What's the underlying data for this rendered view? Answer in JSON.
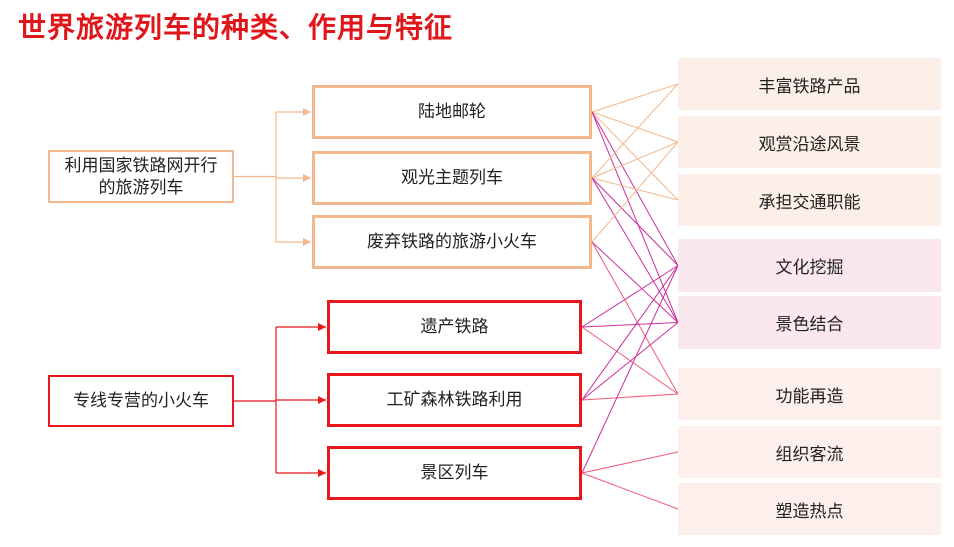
{
  "title": "世界旅游列车的种类、作用与特征",
  "categories": [
    {
      "id": "c1",
      "label_line1": "利用国家铁路网开行",
      "label_line2": "的旅游列车"
    },
    {
      "id": "c2",
      "label": "专线专营的小火车"
    }
  ],
  "types": [
    {
      "id": "t1",
      "label": "陆地邮轮"
    },
    {
      "id": "t2",
      "label": "观光主题列车"
    },
    {
      "id": "t3",
      "label": "废弃铁路的旅游小火车"
    },
    {
      "id": "t4",
      "label": "遗产铁路"
    },
    {
      "id": "t5",
      "label": "工矿森林铁路利用"
    },
    {
      "id": "t6",
      "label": "景区列车"
    }
  ],
  "functions": [
    {
      "id": "f1",
      "label": "丰富铁路产品"
    },
    {
      "id": "f2",
      "label": "观赏沿途风景"
    },
    {
      "id": "f3",
      "label": "承担交通职能"
    },
    {
      "id": "f4",
      "label": "文化挖掘"
    },
    {
      "id": "f5",
      "label": "景色结合"
    },
    {
      "id": "f6",
      "label": "功能再造"
    },
    {
      "id": "f7",
      "label": "组织客流"
    },
    {
      "id": "f8",
      "label": "塑造热点"
    }
  ],
  "colors": {
    "title": "#e0161b",
    "orange": "#f2b98e",
    "red": "#e8171c",
    "magenta": "#cc2f9c",
    "pink_line": "#ef5a78"
  },
  "links": [
    {
      "from": "t1",
      "to": "f1",
      "color": "orange"
    },
    {
      "from": "t1",
      "to": "f2",
      "color": "orange"
    },
    {
      "from": "t1",
      "to": "f3",
      "color": "orange"
    },
    {
      "from": "t1",
      "to": "f4",
      "color": "magenta"
    },
    {
      "from": "t1",
      "to": "f5",
      "color": "magenta"
    },
    {
      "from": "t2",
      "to": "f1",
      "color": "orange"
    },
    {
      "from": "t2",
      "to": "f2",
      "color": "orange"
    },
    {
      "from": "t2",
      "to": "f3",
      "color": "orange"
    },
    {
      "from": "t2",
      "to": "f4",
      "color": "magenta"
    },
    {
      "from": "t2",
      "to": "f5",
      "color": "magenta"
    },
    {
      "from": "t3",
      "to": "f2",
      "color": "orange"
    },
    {
      "from": "t3",
      "to": "f5",
      "color": "magenta"
    },
    {
      "from": "t3",
      "to": "f6",
      "color": "pink_line"
    },
    {
      "from": "t4",
      "to": "f4",
      "color": "magenta"
    },
    {
      "from": "t4",
      "to": "f5",
      "color": "magenta"
    },
    {
      "from": "t4",
      "to": "f6",
      "color": "pink_line"
    },
    {
      "from": "t5",
      "to": "f4",
      "color": "magenta"
    },
    {
      "from": "t5",
      "to": "f5",
      "color": "magenta"
    },
    {
      "from": "t5",
      "to": "f6",
      "color": "pink_line"
    },
    {
      "from": "t6",
      "to": "f4",
      "color": "magenta"
    },
    {
      "from": "t6",
      "to": "f7",
      "color": "pink_line"
    },
    {
      "from": "t6",
      "to": "f8",
      "color": "pink_line"
    }
  ]
}
